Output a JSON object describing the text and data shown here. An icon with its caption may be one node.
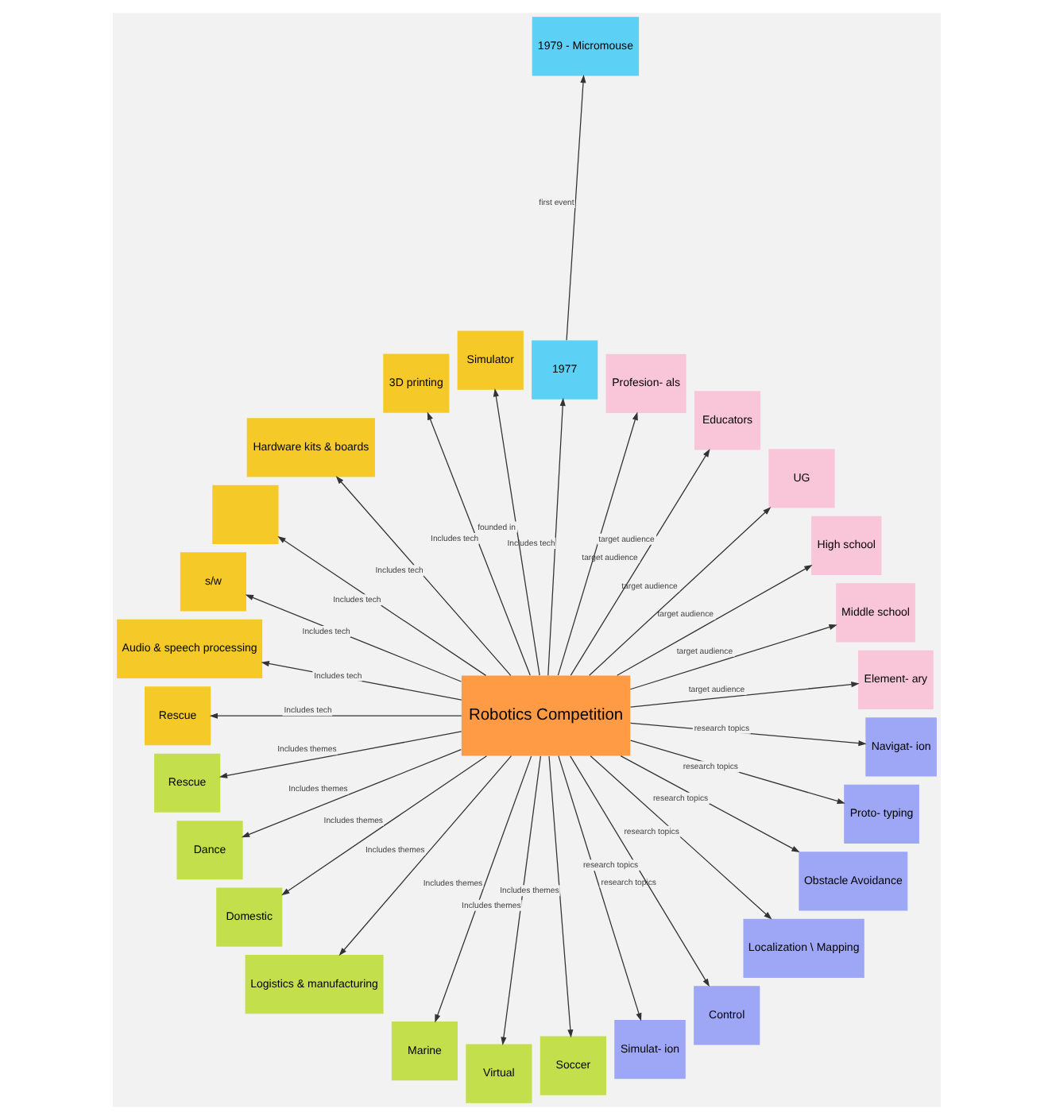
{
  "diagram": {
    "nodes": [
      {
        "text": [
          "1979 - Micromouse"
        ]
      },
      {
        "text": [
          "Element- ary"
        ]
      },
      {
        "text": [
          "Middle school"
        ]
      },
      {
        "text": [
          "High school"
        ]
      },
      {
        "text": [
          "UG"
        ]
      },
      {
        "text": [
          "Educators"
        ]
      },
      {
        "text": [
          "Profesion- als"
        ]
      },
      {
        "text": [
          "1977"
        ]
      },
      {
        "text": [
          "Simulator"
        ]
      },
      {
        "text": [
          "3D printing"
        ]
      },
      {
        "text": [
          "Hardware kits & boards"
        ]
      },
      {
        "text": [],
        "shape": "box"
      },
      {
        "text": [
          "s/w"
        ]
      },
      {
        "text": [
          "Audio & speech processing"
        ]
      },
      {
        "text": [
          "Rescue"
        ]
      },
      {
        "text": [
          "Robotics Competition"
        ]
      },
      {
        "text": [
          "Rescue"
        ]
      },
      {
        "text": [
          "Dance"
        ]
      },
      {
        "text": [
          "Domestic"
        ]
      },
      {
        "text": [
          "Logistics & manufacturing"
        ]
      },
      {
        "text": [
          "Marine"
        ]
      },
      {
        "text": [
          "Virtual"
        ]
      },
      {
        "text": [
          "Soccer"
        ]
      },
      {
        "text": [
          "Simulat- ion"
        ]
      },
      {
        "text": [
          "Control"
        ]
      },
      {
        "text": [
          "Localization \\ Mapping"
        ]
      },
      {
        "text": [
          "Obstacle Avoidance"
        ]
      },
      {
        "text": [
          "Proto- typing"
        ]
      },
      {
        "text": [
          "Navigat- ion"
        ]
      }
    ],
    "edges": [
      {
        "from": 7,
        "to": 0,
        "arrow": "to",
        "label": "first event"
      },
      {
        "from": 15,
        "to": 1,
        "arrow": "to",
        "label": "target audience"
      },
      {
        "from": 15,
        "to": 2,
        "arrow": "to",
        "label": "target audience"
      },
      {
        "from": 15,
        "to": 3,
        "arrow": "to",
        "label": "target audience"
      },
      {
        "from": 15,
        "to": 4,
        "arrow": "to",
        "label": "target audience"
      },
      {
        "from": 15,
        "to": 5,
        "arrow": "to",
        "label": "target audience"
      },
      {
        "from": 15,
        "to": 6,
        "arrow": "to",
        "label": "target audience"
      },
      {
        "from": 15,
        "to": 8,
        "arrow": "to",
        "label": "founded in"
      },
      {
        "from": 15,
        "to": 7,
        "arrow": "to",
        "label": "Includes tech"
      },
      {
        "from": 15,
        "to": 9,
        "arrow": "to",
        "label": "Includes tech"
      },
      {
        "from": 15,
        "to": 10,
        "arrow": "to",
        "label": "Includes tech"
      },
      {
        "from": 15,
        "to": 11,
        "arrow": "to",
        "label": "Includes tech"
      },
      {
        "from": 15,
        "to": 12,
        "arrow": "to",
        "label": "Includes tech"
      },
      {
        "from": 15,
        "to": 13,
        "arrow": "to",
        "label": "Includes tech"
      },
      {
        "from": 15,
        "to": 14,
        "arrow": "to",
        "label": "Includes tech"
      },
      {
        "from": 15,
        "to": 16,
        "arrow": "to",
        "label": "Includes themes"
      },
      {
        "from": 15,
        "to": 17,
        "arrow": "to",
        "label": "Includes themes"
      },
      {
        "from": 15,
        "to": 18,
        "arrow": "to",
        "label": "Includes themes"
      },
      {
        "from": 15,
        "to": 19,
        "arrow": "to",
        "label": "Includes themes"
      },
      {
        "from": 15,
        "to": 20,
        "arrow": "to",
        "label": "Includes themes"
      },
      {
        "from": 15,
        "to": 21,
        "arrow": "to",
        "label": "Includes themes"
      },
      {
        "from": 15,
        "to": 22,
        "arrow": "to",
        "label": "Includes themes"
      },
      {
        "from": 15,
        "to": 23,
        "arrow": "to",
        "label": "research topics"
      },
      {
        "from": 15,
        "to": 24,
        "arrow": "to",
        "label": "research topics"
      },
      {
        "from": 15,
        "to": 25,
        "arrow": "to",
        "label": "research topics"
      },
      {
        "from": 15,
        "to": 26,
        "arrow": "to",
        "label": "research topics"
      },
      {
        "from": 15,
        "to": 27,
        "arrow": "to",
        "label": "research topics"
      },
      {
        "from": 15,
        "to": 28,
        "arrow": "to",
        "label": "research topics"
      }
    ]
  }
}
